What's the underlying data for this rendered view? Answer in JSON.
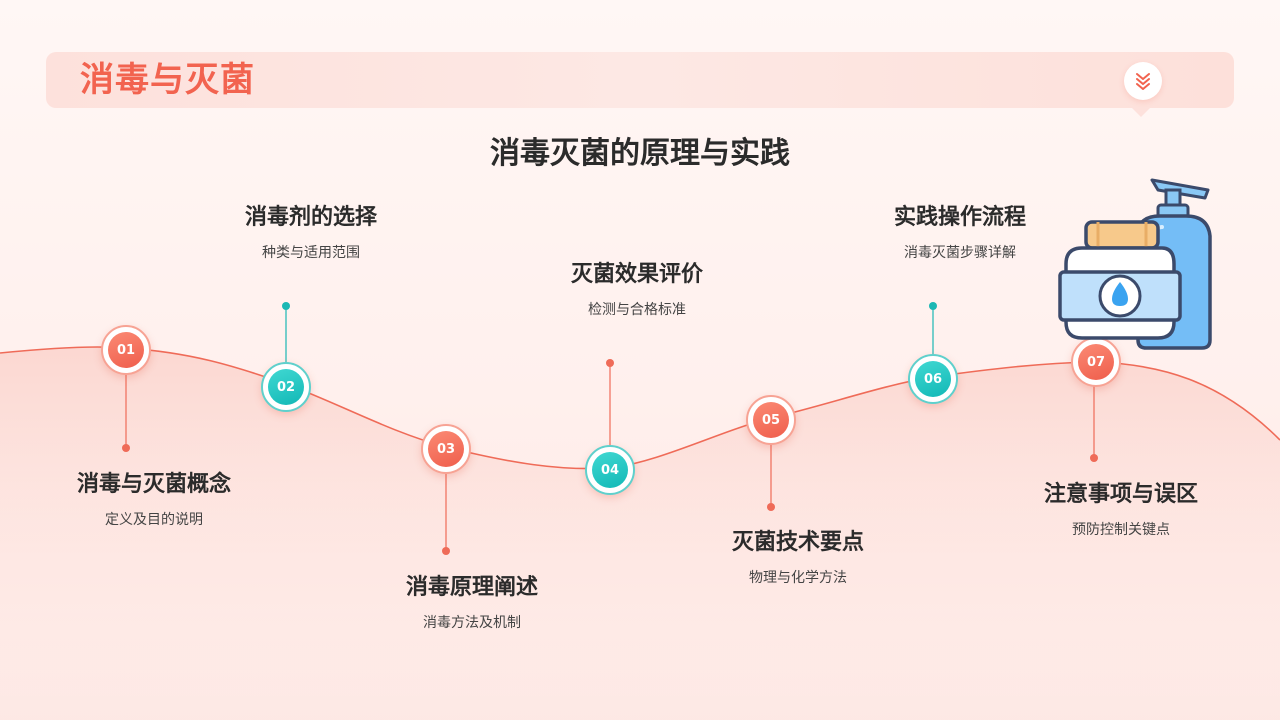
{
  "header": {
    "title": "消毒与灭菌",
    "button_icon": "chevrons-down-icon"
  },
  "main_title": "消毒灭菌的原理与实践",
  "colors": {
    "accent_red": "#ef5e4c",
    "accent_teal": "#12b8b6",
    "title_red": "#f2634f"
  },
  "steps": [
    {
      "number": "01",
      "title": "消毒与灭菌概念",
      "subtitle": "定义及目的说明"
    },
    {
      "number": "02",
      "title": "消毒剂的选择",
      "subtitle": "种类与适用范围"
    },
    {
      "number": "03",
      "title": "消毒原理阐述",
      "subtitle": "消毒方法及机制"
    },
    {
      "number": "04",
      "title": "灭菌效果评价",
      "subtitle": "检测与合格标准"
    },
    {
      "number": "05",
      "title": "灭菌技术要点",
      "subtitle": "物理与化学方法"
    },
    {
      "number": "06",
      "title": "实践操作流程",
      "subtitle": "消毒灭菌步骤详解"
    },
    {
      "number": "07",
      "title": "注意事项与误区",
      "subtitle": "预防控制关键点"
    }
  ],
  "illustration": {
    "icon": "disinfectant-bottles-icon"
  }
}
